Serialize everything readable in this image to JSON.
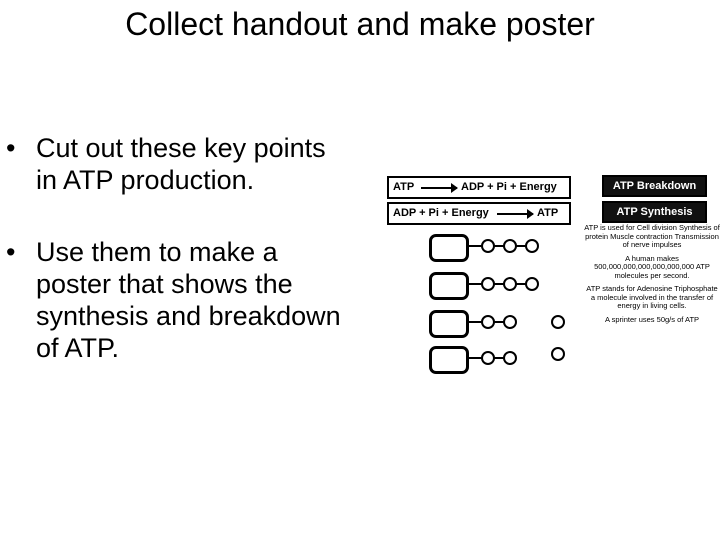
{
  "slide": {
    "title": "Collect handout and make poster",
    "bullets": [
      {
        "marker": "•",
        "text": "Cut out these key points in ATP production."
      },
      {
        "marker": "•",
        "text": "Use them to make a poster that shows the synthesis and breakdown of ATP."
      }
    ]
  },
  "handout": {
    "equation_breakdown": {
      "left": "ATP",
      "right": "ADP + Pi + Energy"
    },
    "equation_synthesis": {
      "left": "ADP + Pi + Energy",
      "right": "ATP"
    },
    "label_breakdown": "ATP Breakdown",
    "label_synthesis": "ATP Synthesis",
    "facts": [
      "ATP is used for Cell division Synthesis of protein Muscle contraction Transmission of nerve impulses",
      "A human makes 500,000,000,000,000,000,000 ATP molecules per second.",
      "ATP stands for Adenosine Triphosphate a molecule involved in the transfer of energy in living cells.",
      "A sprinter uses 50g/s of ATP"
    ]
  }
}
